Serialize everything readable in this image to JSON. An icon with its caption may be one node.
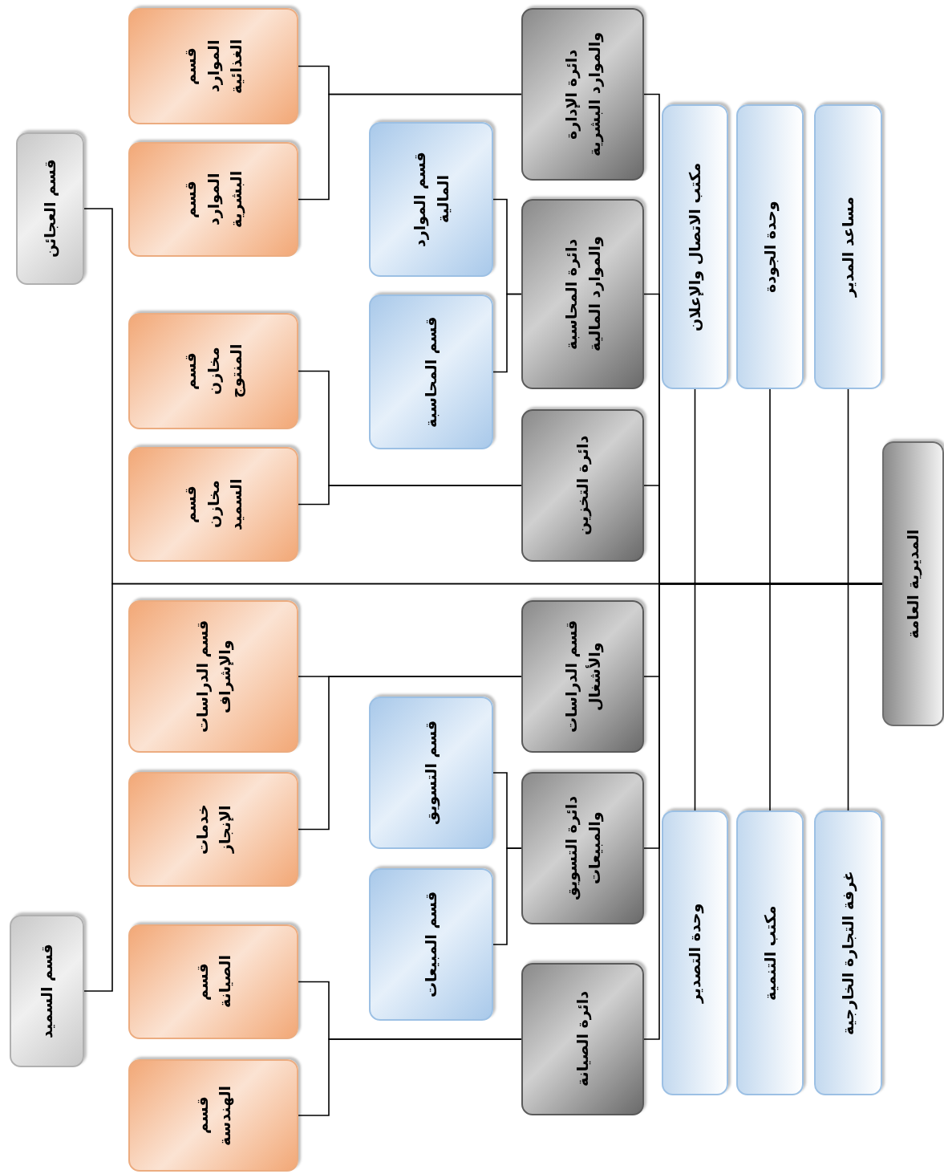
{
  "diagram": {
    "nodes": [
      {
        "text": [
          "المديرية العامة"
        ]
      },
      {
        "text": [
          "مساعد المدير"
        ]
      },
      {
        "text": [
          "وحدة الجودة"
        ]
      },
      {
        "text": [
          "مكتب الاتصال والإعلان"
        ]
      },
      {
        "text": [
          "غرفة التجارة الخارجية"
        ]
      },
      {
        "text": [
          "مكتب التنمية"
        ]
      },
      {
        "text": [
          "وحدة التصدير"
        ]
      },
      {
        "text": [
          "دائرة الإدارة والموارد البشرية"
        ]
      },
      {
        "text": [
          "دائرة المحاسبة والموارد المالية"
        ]
      },
      {
        "text": [
          "دائرة التخزين"
        ]
      },
      {
        "text": [
          "قسم الدراسات والأشغال"
        ]
      },
      {
        "text": [
          "دائرة التسويق والمبيعات"
        ]
      },
      {
        "text": [
          "دائرة الصيانة"
        ]
      },
      {
        "text": [
          "قسم الموارد المالية"
        ]
      },
      {
        "text": [
          "قسم المحاسبة"
        ]
      },
      {
        "text": [
          "قسم التسويق"
        ]
      },
      {
        "text": [
          "قسم المبيعات"
        ]
      },
      {
        "text": [
          "قسم الموارد الغذائية"
        ]
      },
      {
        "text": [
          "قسم الموارد البشرية"
        ]
      },
      {
        "text": [
          "قسم مخازن المنتوج"
        ]
      },
      {
        "text": [
          "قسم مخازن السميد"
        ]
      },
      {
        "text": [
          "قسم الدراسات والإشراف"
        ]
      },
      {
        "text": [
          "خدمات الإنجاز"
        ]
      },
      {
        "text": [
          "قسم الصيانة"
        ]
      },
      {
        "text": [
          "قسم الهندسة"
        ]
      },
      {
        "text": [
          "قسم العجائن"
        ]
      },
      {
        "text": [
          "قسم السميد"
        ]
      }
    ],
    "edges": [
      {
        "from": 0,
        "to": 1,
        "arrow": "none"
      },
      {
        "from": 0,
        "to": 2,
        "arrow": "none"
      },
      {
        "from": 0,
        "to": 3,
        "arrow": "none"
      },
      {
        "from": 0,
        "to": 4,
        "arrow": "none"
      },
      {
        "from": 0,
        "to": 5,
        "arrow": "none"
      },
      {
        "from": 0,
        "to": 6,
        "arrow": "none"
      },
      {
        "from": 0,
        "to": 7,
        "arrow": "none"
      },
      {
        "from": 0,
        "to": 8,
        "arrow": "none"
      },
      {
        "from": 0,
        "to": 9,
        "arrow": "none"
      },
      {
        "from": 0,
        "to": 10,
        "arrow": "none"
      },
      {
        "from": 0,
        "to": 11,
        "arrow": "none"
      },
      {
        "from": 0,
        "to": 12,
        "arrow": "none"
      },
      {
        "from": 8,
        "to": 13,
        "arrow": "none"
      },
      {
        "from": 8,
        "to": 14,
        "arrow": "none"
      },
      {
        "from": 11,
        "to": 15,
        "arrow": "none"
      },
      {
        "from": 11,
        "to": 16,
        "arrow": "none"
      },
      {
        "from": 7,
        "to": 17,
        "arrow": "none"
      },
      {
        "from": 7,
        "to": 18,
        "arrow": "none"
      },
      {
        "from": 9,
        "to": 19,
        "arrow": "none"
      },
      {
        "from": 9,
        "to": 20,
        "arrow": "none"
      },
      {
        "from": 10,
        "to": 21,
        "arrow": "none"
      },
      {
        "from": 10,
        "to": 22,
        "arrow": "none"
      },
      {
        "from": 12,
        "to": 23,
        "arrow": "none"
      },
      {
        "from": 12,
        "to": 24,
        "arrow": "none"
      },
      {
        "from": 0,
        "to": 25,
        "arrow": "none"
      },
      {
        "from": 0,
        "to": 26,
        "arrow": "none"
      }
    ]
  }
}
